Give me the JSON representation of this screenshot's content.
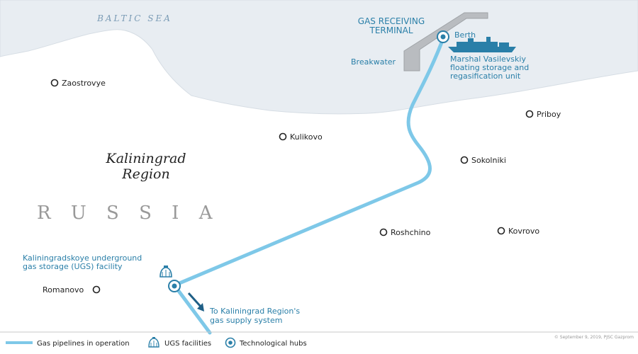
{
  "sea_label": "BALTIC SEA",
  "country_label": "R U S S I A",
  "region_label": {
    "line1": "Kaliningrad",
    "line2": "Region"
  },
  "terminal": {
    "line1": "GAS RECEIVING",
    "line2": "TERMINAL"
  },
  "berth_label": "Berth",
  "breakwater_label": "Breakwater",
  "fsru_label": {
    "line1": "Marshal Vasilevskiy",
    "line2": "floating storage and",
    "line3": "regasification unit"
  },
  "ugs_label": {
    "line1": "Kaliningradskoye underground",
    "line2": "gas storage (UGS) facility"
  },
  "direction_label": {
    "line1": "To Kaliningrad Region's",
    "line2": "gas supply system"
  },
  "settlements": {
    "zaostrovye": "Zaostrovye",
    "priboy": "Priboy",
    "kulikovo": "Kulikovo",
    "sokolniki": "Sokolniki",
    "roshchino": "Roshchino",
    "kovrovo": "Kovrovo",
    "romanovo": "Romanovo"
  },
  "legend": {
    "pipeline": "Gas pipelines in operation",
    "ugs": "UGS facilities",
    "hubs": "Technological hubs"
  },
  "copyright": "© September 9, 2019, PJSC Gazprom",
  "colors": {
    "sea": "#e8edf2",
    "land": "#ffffff",
    "pipeline": "#7ec8e8",
    "label_blue": "#2a7fa8",
    "text_dark": "#222222",
    "breakwater": "#b9bcc0",
    "country_text": "#999999"
  },
  "icons": {
    "hub": "hub-icon",
    "ugs": "ugs-icon",
    "settlement": "settlement-marker-icon",
    "ship": "ship-icon",
    "arrow": "arrow-down-right-icon"
  }
}
